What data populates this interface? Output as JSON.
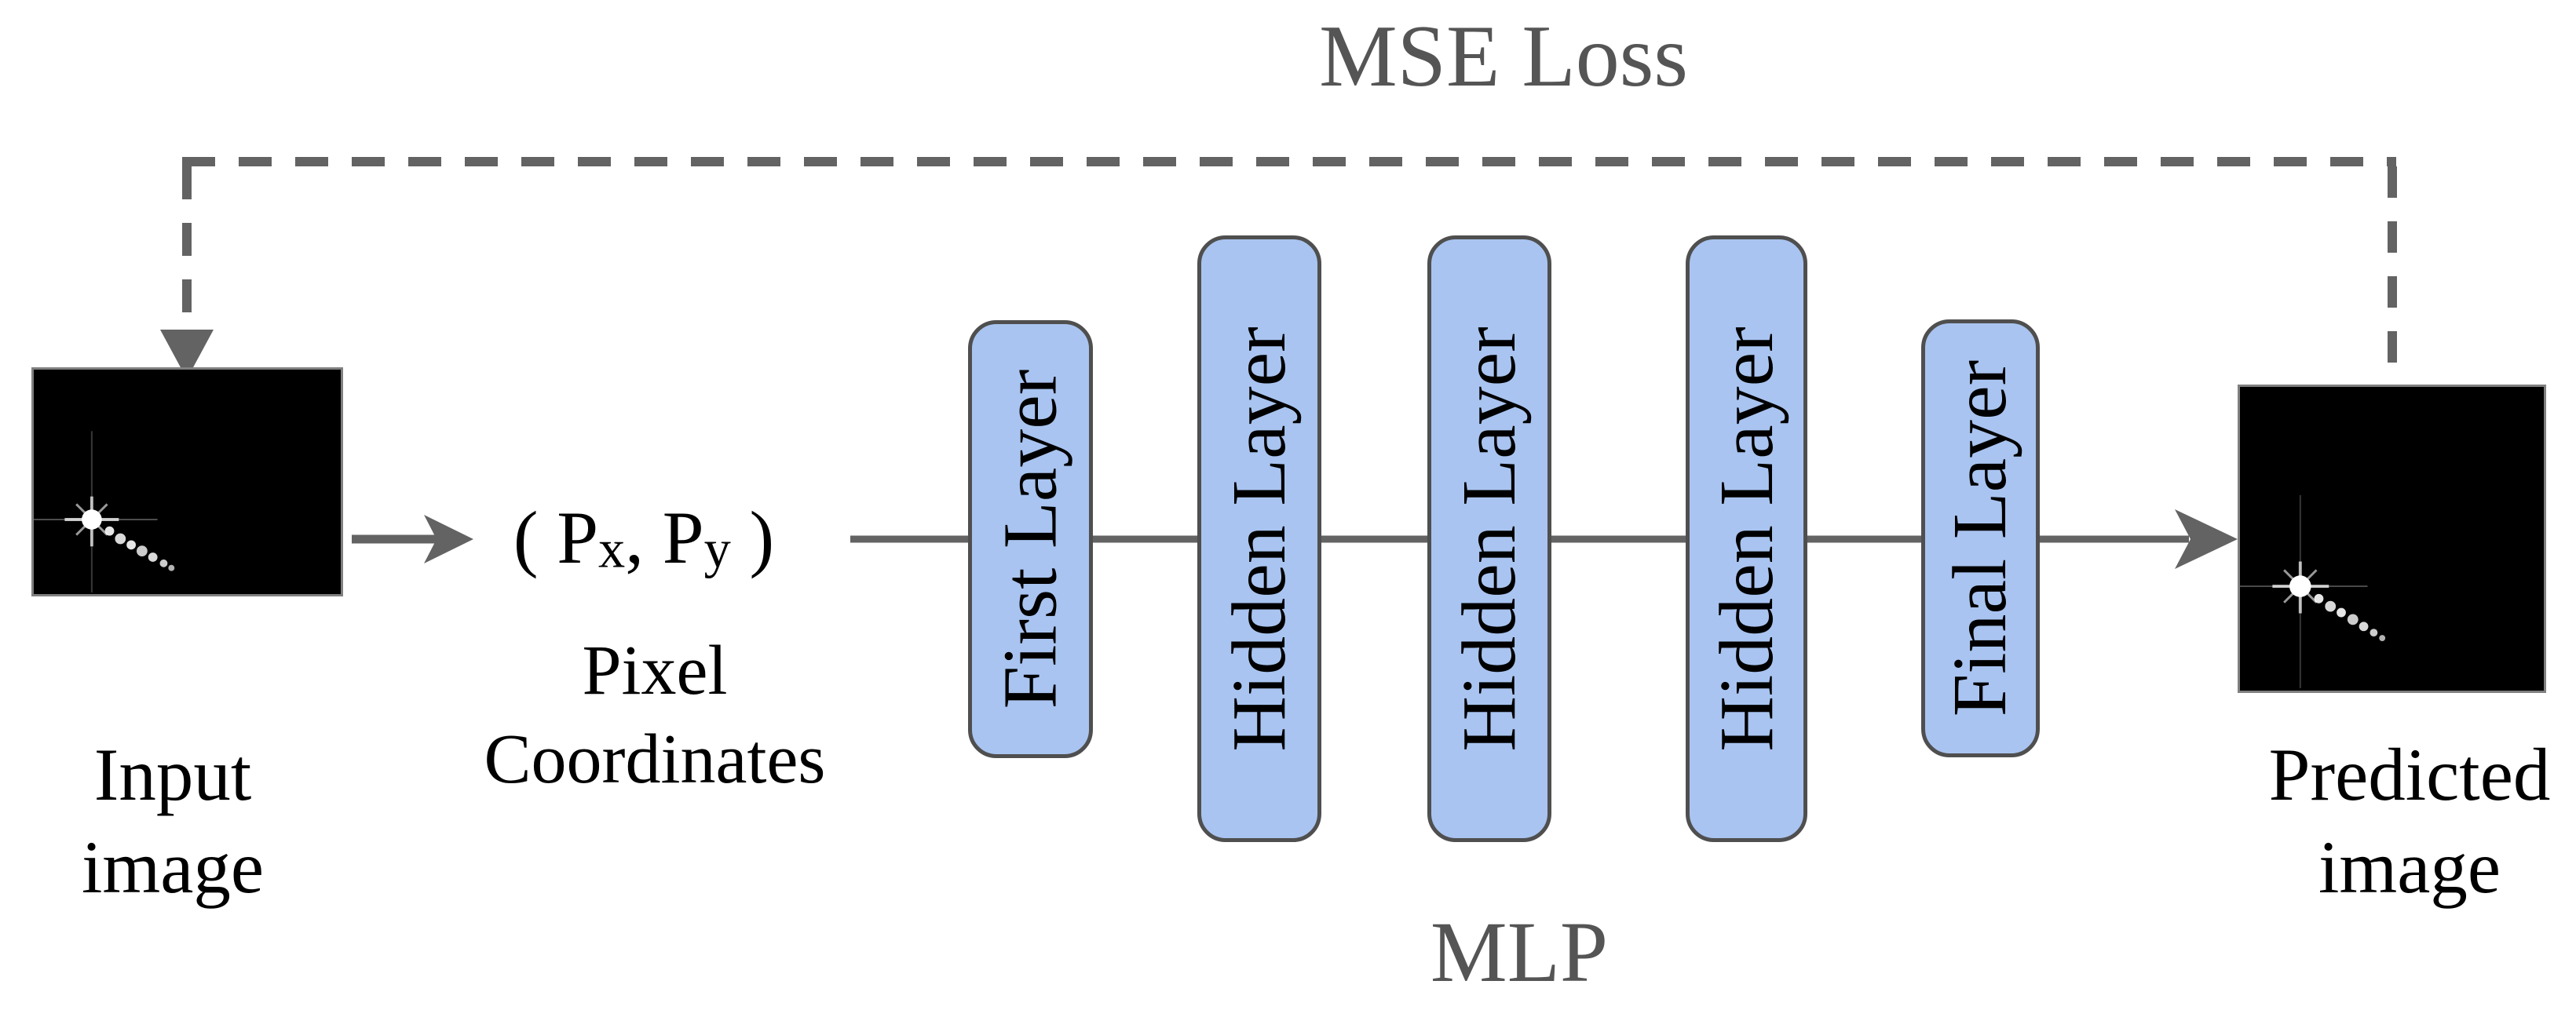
{
  "titles": {
    "mse_loss": "MSE Loss",
    "mlp": "MLP"
  },
  "input_image": {
    "label_line1": "Input",
    "label_line2": "image"
  },
  "predicted_image": {
    "label_line1": "Predicted",
    "label_line2": "image"
  },
  "coords": {
    "open": "( P",
    "sub_x": "x",
    "comma": ", P",
    "sub_y": "y",
    "close": " )",
    "caption_line1": "Pixel",
    "caption_line2": "Coordinates"
  },
  "layers": [
    {
      "label": "First Layer"
    },
    {
      "label": "Hidden Layer"
    },
    {
      "label": "Hidden Layer"
    },
    {
      "label": "Hidden Layer"
    },
    {
      "label": "Final Layer"
    }
  ],
  "colors": {
    "layer_fill": "#a9c4f0",
    "layer_border": "#4f4f4f",
    "line_color": "#636363",
    "title_color": "#555555",
    "label_color": "#000000"
  }
}
